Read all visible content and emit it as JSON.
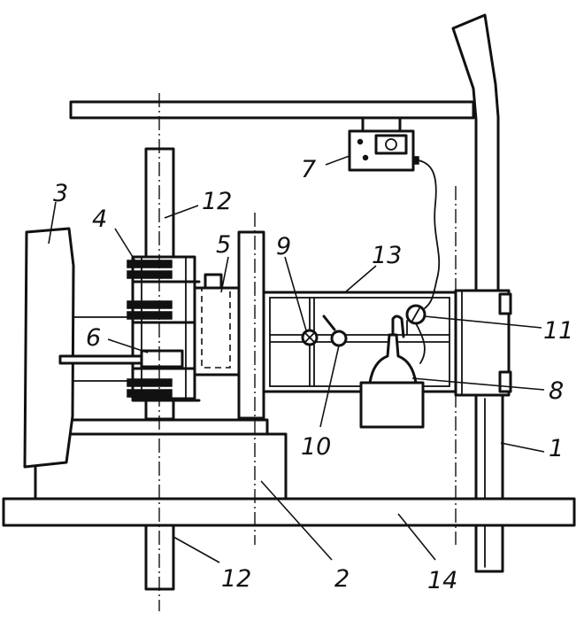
{
  "labels": {
    "l1": "1",
    "l2": "2",
    "l3": "3",
    "l4": "4",
    "l5": "5",
    "l6": "6",
    "l7": "7",
    "l8": "8",
    "l9": "9",
    "l10": "10",
    "l11": "11",
    "l12_top": "12",
    "l12_bottom": "12",
    "l13": "13",
    "l14": "14"
  }
}
